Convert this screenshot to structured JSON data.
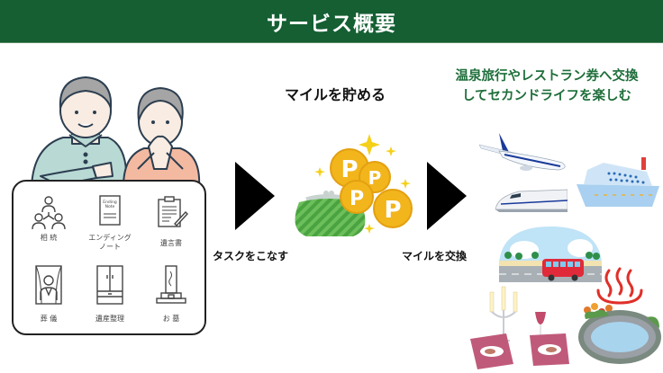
{
  "header": {
    "title": "サービス概要"
  },
  "colors": {
    "header_bg": "#155f33",
    "reward_text": "#1e6e3a",
    "arrow": "#000000",
    "coin": "#f2b51c",
    "purse": "#4aa341"
  },
  "tasks": {
    "items": [
      {
        "label": "相 続",
        "icon": "family-tree-icon"
      },
      {
        "label": "エンディング\nノート",
        "icon": "ending-note-icon",
        "icon_text": [
          "Ending",
          "Note"
        ]
      },
      {
        "label": "遺言書",
        "icon": "will-document-icon"
      },
      {
        "label": "葬 儀",
        "icon": "funeral-icon"
      },
      {
        "label": "遺産整理",
        "icon": "estate-cabinet-icon"
      },
      {
        "label": "お 墓",
        "icon": "grave-icon"
      }
    ]
  },
  "steps": {
    "do_tasks": "タスクをこなす",
    "save_miles": "マイルを貯める",
    "exchange_miles": "マイルを交換"
  },
  "rewards": {
    "line1": "温泉旅行やレストラン券へ交換",
    "line2": "してセカンドライフを楽しむ",
    "images": [
      "airplane",
      "bullet-train",
      "cruise-ship",
      "beach-bus",
      "restaurant-dinner",
      "hot-spring"
    ]
  }
}
